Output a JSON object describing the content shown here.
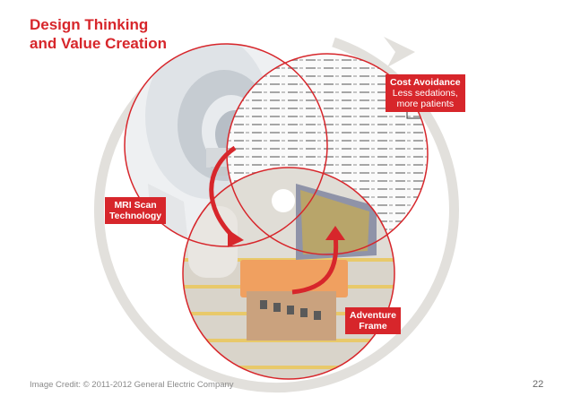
{
  "title": {
    "line1": "Design Thinking",
    "line2": "and Value Creation"
  },
  "labels": {
    "cost": {
      "title": "Cost Avoidance",
      "line1": "Less sedations,",
      "line2": "more patients"
    },
    "mri": {
      "line1": "MRI Scan",
      "line2": "Technology"
    },
    "adventure": {
      "line1": "Adventure",
      "line2": "Frame"
    }
  },
  "footer": {
    "credit": "Image Credit: © 2011-2012 General Electric Company",
    "page_number": "22"
  },
  "colors": {
    "accent": "#d7262b",
    "cycle_arrow": "#e2e0dc",
    "circle_stroke": "#d7262b"
  },
  "icons": {
    "cycle": "circular-cycle-arrow-icon",
    "flow": "curved-flow-arrow-icon"
  }
}
